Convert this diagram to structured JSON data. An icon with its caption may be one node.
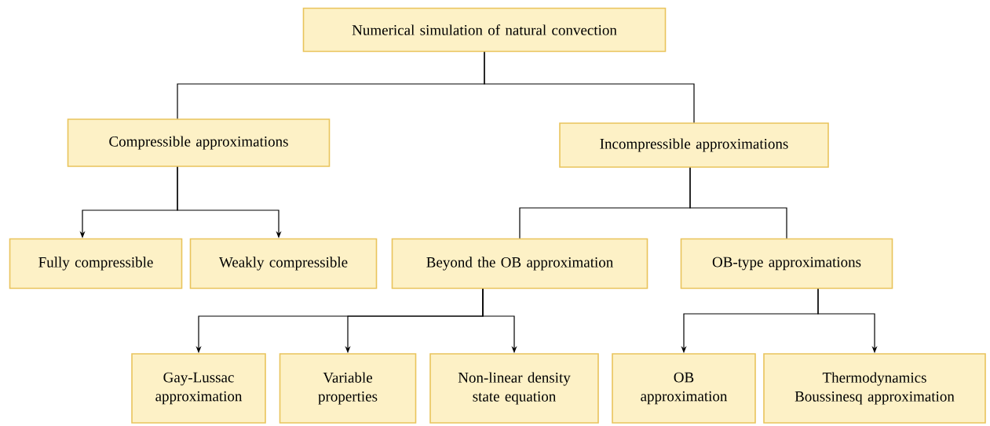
{
  "diagram": {
    "nodes": [
      {
        "text": [
          "Numerical simulation of natural convection"
        ]
      },
      {
        "text": [
          "Compressible approximations"
        ]
      },
      {
        "text": [
          "Incompressible approximations"
        ]
      },
      {
        "text": [
          "Fully compressible"
        ]
      },
      {
        "text": [
          "Weakly compressible"
        ]
      },
      {
        "text": [
          "Beyond the OB approximation"
        ]
      },
      {
        "text": [
          "OB-type approximations"
        ]
      },
      {
        "text": [
          "Gay-Lussac approximation"
        ]
      },
      {
        "text": [
          "Variable properties"
        ]
      },
      {
        "text": [
          "Non-linear density state equation"
        ]
      },
      {
        "text": [
          "OB approximation"
        ]
      },
      {
        "text": [
          "Thermodynamics Boussinesq approximation"
        ]
      }
    ],
    "edges": [
      {
        "from": 0,
        "to": 1,
        "arrow": "none"
      },
      {
        "from": 0,
        "to": 2,
        "arrow": "none"
      },
      {
        "from": 1,
        "to": 3,
        "arrow": "to"
      },
      {
        "from": 1,
        "to": 4,
        "arrow": "to"
      },
      {
        "from": 2,
        "to": 5,
        "arrow": "none"
      },
      {
        "from": 2,
        "to": 6,
        "arrow": "none"
      },
      {
        "from": 5,
        "to": 7,
        "arrow": "to"
      },
      {
        "from": 5,
        "to": 8,
        "arrow": "to"
      },
      {
        "from": 5,
        "to": 9,
        "arrow": "to"
      },
      {
        "from": 6,
        "to": 10,
        "arrow": "to"
      },
      {
        "from": 6,
        "to": 11,
        "arrow": "to"
      }
    ]
  }
}
